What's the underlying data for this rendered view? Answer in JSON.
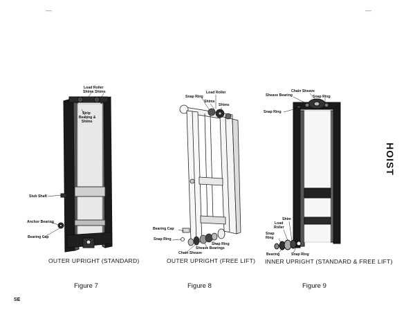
{
  "page": {
    "section_tab": "HOIST",
    "footer_mark": "SE"
  },
  "figures": [
    {
      "caption": "OUTER UPRIGHT (STANDARD)",
      "figure_label": "Figure 7",
      "labels": {
        "load_roller": "Load Roller",
        "shims_shims": "Shims  Shims",
        "strip_bearing": "Strip",
        "strip_bearing2": "Bearing &",
        "strip_bearing3": "Shims",
        "stub_shaft": "Stub Shaft",
        "anchor_bearing": "Anchor Bearing",
        "bearing_cap": "Bearing Cap"
      }
    },
    {
      "caption": "OUTER UPRIGHT (FREE LIFT)",
      "figure_label": "Figure 8",
      "labels": {
        "load_roller": "Load Roller",
        "snap_ring_top": "Snap Ring",
        "shims": "Shims",
        "shims2": "Shims",
        "bearing_cap": "Bearing Cap",
        "snap_ring": "Snap Ring",
        "snap_ring2": "Snap Ring",
        "sheave_bearings": "Sheave Bearings",
        "chain_sheave": "Chain Sheave"
      }
    },
    {
      "caption": "INNER UPRIGHT (STANDARD & FREE LIFT)",
      "figure_label": "Figure 9",
      "labels": {
        "chain_sheave": "Chain Sheave",
        "sheave_bearing": "Sheave Bearing",
        "snap_ring_r": "Snap Ring",
        "snap_ring_l": "Snap Ring",
        "shim": "Shim",
        "load": "Load",
        "roller": "Roller",
        "snap": "Snap",
        "ring": "Ring",
        "bearing": "Bearing",
        "snap_ring_bot": "Snap Ring"
      }
    }
  ]
}
